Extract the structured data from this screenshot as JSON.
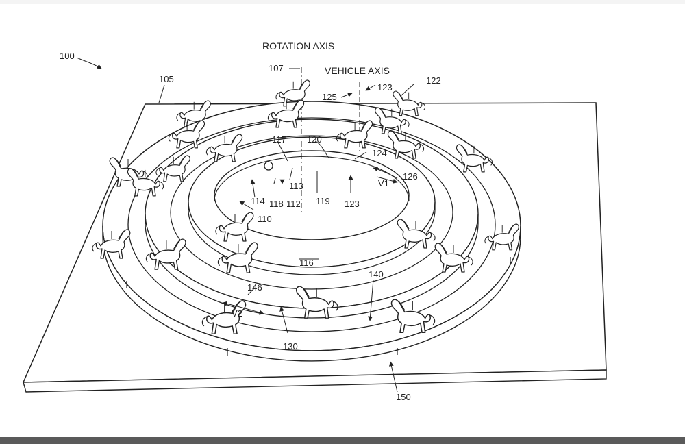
{
  "figure": {
    "axis_labels": {
      "rotation_axis": "ROTATION AXIS",
      "vehicle_axis": "VEHICLE AXIS"
    },
    "velocity_labels": {
      "v1": "V1",
      "v2": "V2"
    },
    "reference_numerals": {
      "n100": "100",
      "n105": "105",
      "n107": "107",
      "n110": "110",
      "n112": "112",
      "n113": "113",
      "n114": "114",
      "n116": "116",
      "n117": "117",
      "n118": "118",
      "n119": "119",
      "n120": "120",
      "n122": "122",
      "n123a": "123",
      "n123b": "123",
      "n124": "124",
      "n125": "125",
      "n126": "126",
      "n130": "130",
      "n140": "140",
      "n146": "146",
      "n150": "150"
    }
  }
}
